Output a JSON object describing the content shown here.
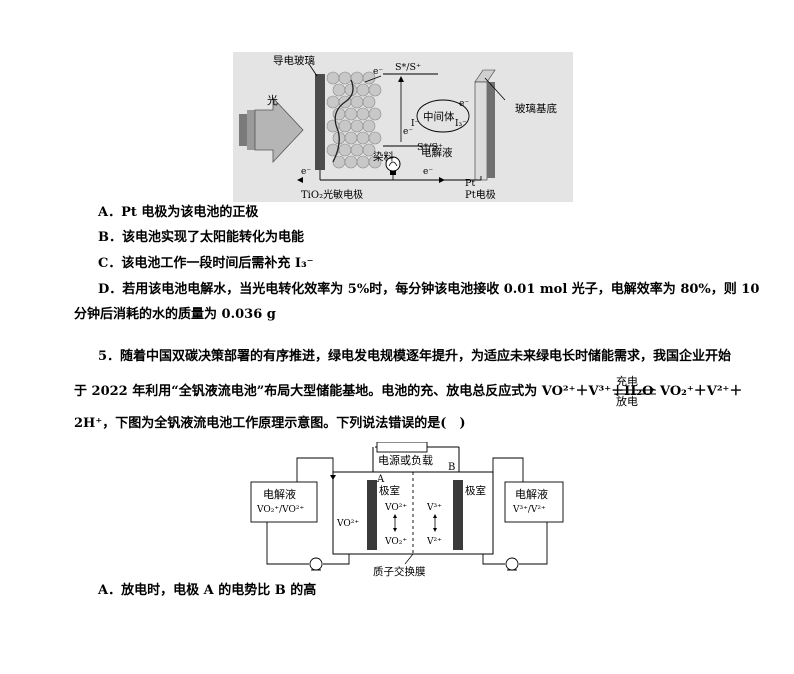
{
  "fig1": {
    "light_label": "光",
    "glass_label": "导电玻璃",
    "substrate_label": "玻璃基底",
    "electrode1_label": "TiO₂光敏电极",
    "dye_label": "染料",
    "electrolyte_label": "电解液",
    "intermediate_label": "中间体",
    "state_top": "S*/S⁺",
    "state_bottom": "S*/S⁺",
    "electron": "e⁻",
    "i_minus": "I⁻",
    "i3_minus": "I₃⁻",
    "pt_label": "Pt",
    "pt_electrode_label": "Pt电极"
  },
  "q4_options": {
    "a": "A．Pt 电极为该电池的正极",
    "b": "B．该电池实现了太阳能转化为电能",
    "c": "C．该电池工作一段时间后需补充 I₃⁻",
    "d1": "D．若用该电池电解水，当光电转化效率为 5%时，每分钟该电池接收 0.01 mol 光子，电解效率为 80%，则 10",
    "d2": "分钟后消耗的水的质量为 0.036 g"
  },
  "q5": {
    "line1": "5．随着中国双碳决策部署的有序推进，绿电发电规模逐年提升，为适应未来绿电长时储能需求，我国企业开始",
    "line2_a": "于 2022 年利用“全钒液流电池”布局大型储能基地。电池的充、放电总反应式为 VO²⁺＋V³⁺＋H₂O",
    "charge": "充电",
    "discharge": "放电",
    "line2_b": "VO₂⁺＋V²⁺＋",
    "line3": "2H⁺，下图为全钒液流电池工作原理示意图。下列说法错误的是(　)"
  },
  "fig2": {
    "load_label": "电源或负载",
    "left_tank_title": "电解液",
    "left_tank_formula": "VO₂⁺/VO²⁺",
    "right_tank_title": "电解液",
    "right_tank_formula": "V³⁺/V²⁺",
    "electrode_a": "A",
    "electrode_b": "B",
    "chamber_a": "极室",
    "chamber_b": "极室",
    "vo2_left": "VO²⁺",
    "vo2_center": "VO²⁺",
    "vo2plus_center": "VO₂⁺",
    "v3": "V³⁺",
    "v2": "V²⁺",
    "membrane_label": "质子交换膜"
  },
  "q5_options": {
    "a": "A．放电时，电极 A 的电势比 B 的高"
  }
}
